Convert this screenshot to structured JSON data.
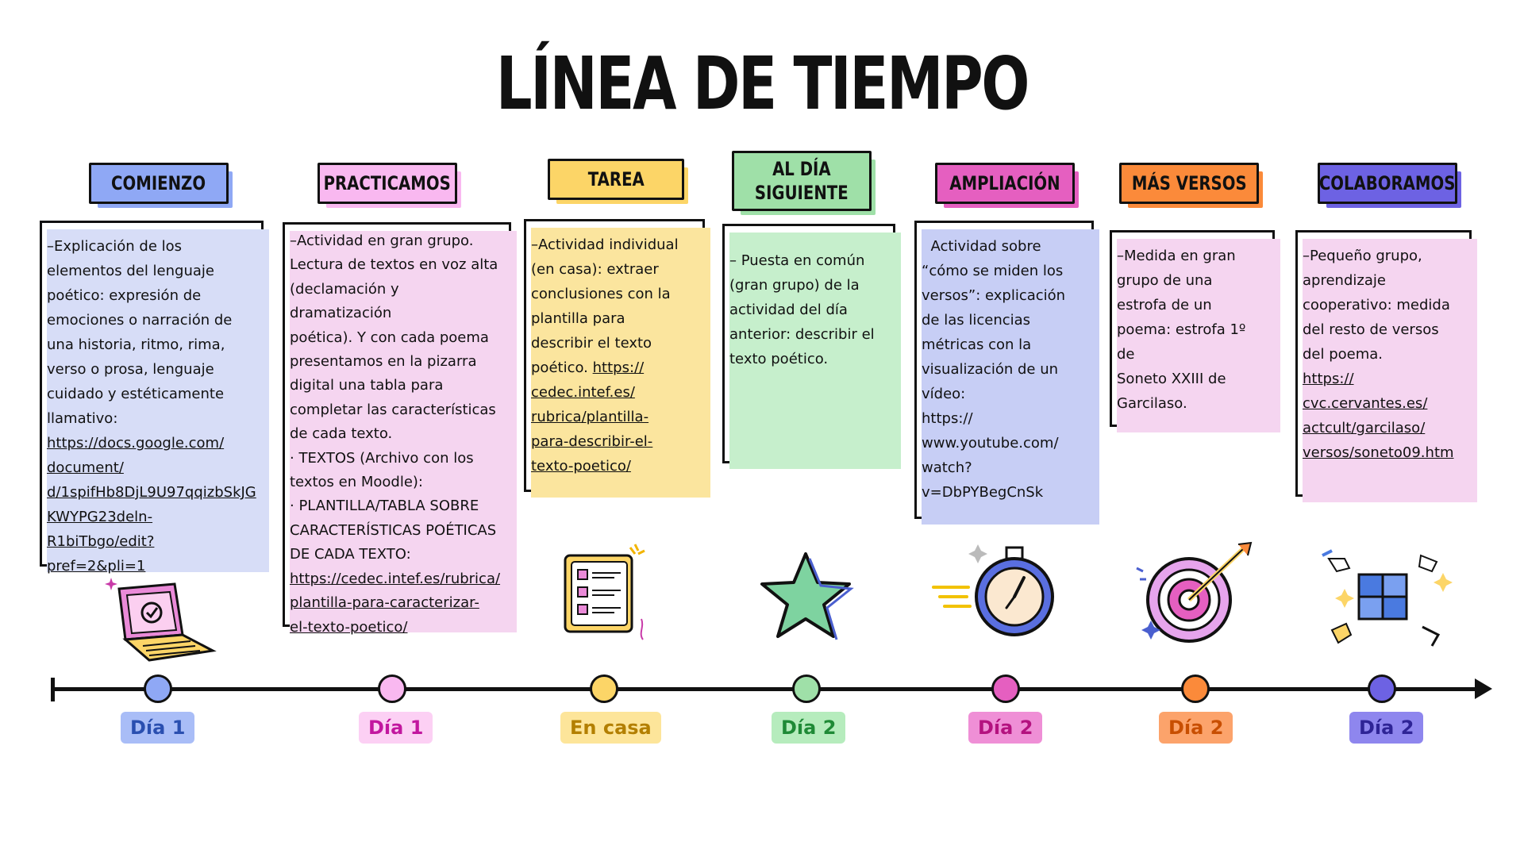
{
  "title": "LÍNEA DE TIEMPO",
  "steps": [
    {
      "label": "COMIENZO",
      "color": "#8fa8f5",
      "text": [
        "–Explicación de los",
        "elementos del lenguaje",
        "poético: expresión de",
        "emociones o narración de",
        "una historia, ritmo, rima,",
        "verso o prosa, lenguaje",
        "cuidado y estéticamente",
        "llamativo:"
      ],
      "link": [
        "https://docs.google.com/",
        "document/",
        "d/1spifHb8DjL9U97qqizbSkJG",
        "KWYPG23deln-R1biTbgo/edit?",
        "pref=2&pli=1"
      ],
      "day": "Día 1",
      "day_bg": "#a9bdf7",
      "day_fg": "#2a4fb0",
      "icon": "laptop-icon"
    },
    {
      "label": "PRACTICAMOS",
      "color": "#f9b8f0",
      "text": [
        "–Actividad en gran grupo.",
        "Lectura de textos en voz alta",
        "(declamación y dramatización",
        "poética). Y con cada poema",
        "presentamos en la pizarra",
        "digital una tabla para",
        "completar las características",
        "de cada texto.",
        "· TEXTOS (Archivo con los",
        "textos en Moodle):",
        "· PLANTILLA/TABLA SOBRE",
        "CARACTERÍSTICAS POÉTICAS",
        "DE CADA TEXTO:"
      ],
      "link": [
        "https://cedec.intef.es/rubrica/",
        "plantilla-para-caracterizar-",
        "el-texto-poetico/"
      ],
      "day": "Día 1",
      "day_bg": "#fcd0f4",
      "day_fg": "#c2179f",
      "icon": "none"
    },
    {
      "label": "TAREA",
      "color": "#fcd567",
      "text": [
        "–Actividad individual",
        "(en casa): extraer",
        "conclusiones con la",
        "plantilla para",
        "describir el texto"
      ],
      "text_inline": "poético.",
      "link": [
        "https://",
        "cedec.intef.es/",
        "rubrica/plantilla-",
        "para-describir-el-",
        "texto-poetico/"
      ],
      "day": "En casa",
      "day_bg": "#fde59a",
      "day_fg": "#b37f00",
      "icon": "checklist-icon"
    },
    {
      "label_lines": [
        "AL DÍA",
        "SIGUIENTE"
      ],
      "color": "#9fe0a8",
      "text": [
        "–   Puesta en común",
        "(gran grupo) de la",
        "actividad del día",
        "anterior: describir el",
        "texto poético."
      ],
      "day": "Día 2",
      "day_bg": "#b6ecbd",
      "day_fg": "#1f8a36",
      "icon": "star-icon"
    },
    {
      "label": "AMPLIACIÓN",
      "color": "#e55fc0",
      "text": [
        "  Actividad sobre",
        "“cómo se miden los",
        "versos”: explicación",
        "de las licencias",
        "métricas con la",
        "visualización de un",
        "vídeo:",
        "https://",
        "www.youtube.com/",
        "watch?",
        "v=DbPYBegCnSk"
      ],
      "day": "Día 2",
      "day_bg": "#ef8fd6",
      "day_fg": "#b4127f",
      "icon": "stopwatch-icon"
    },
    {
      "label": "MÁS VERSOS",
      "color": "#fb8a3a",
      "text": [
        "–Medida en gran",
        "grupo de una",
        "estrofa de un",
        "poema: estrofa 1º de",
        "Soneto XXIII de",
        "Garcilaso."
      ],
      "day": "Día 2",
      "day_bg": "#fca36b",
      "day_fg": "#c84e00",
      "icon": "target-icon"
    },
    {
      "label": "COLABORAMOS",
      "color": "#6d62e3",
      "text": [
        "–Pequeño grupo,",
        "aprendizaje",
        "cooperativo: medida",
        "del resto de versos",
        "del poema."
      ],
      "link": [
        "https://",
        "cvc.cervantes.es/",
        "actcult/garcilaso/",
        "versos/soneto09.htm"
      ],
      "day": "Día 2",
      "day_bg": "#8e86ee",
      "day_fg": "#2e2496",
      "icon": "puzzle-icon"
    }
  ]
}
